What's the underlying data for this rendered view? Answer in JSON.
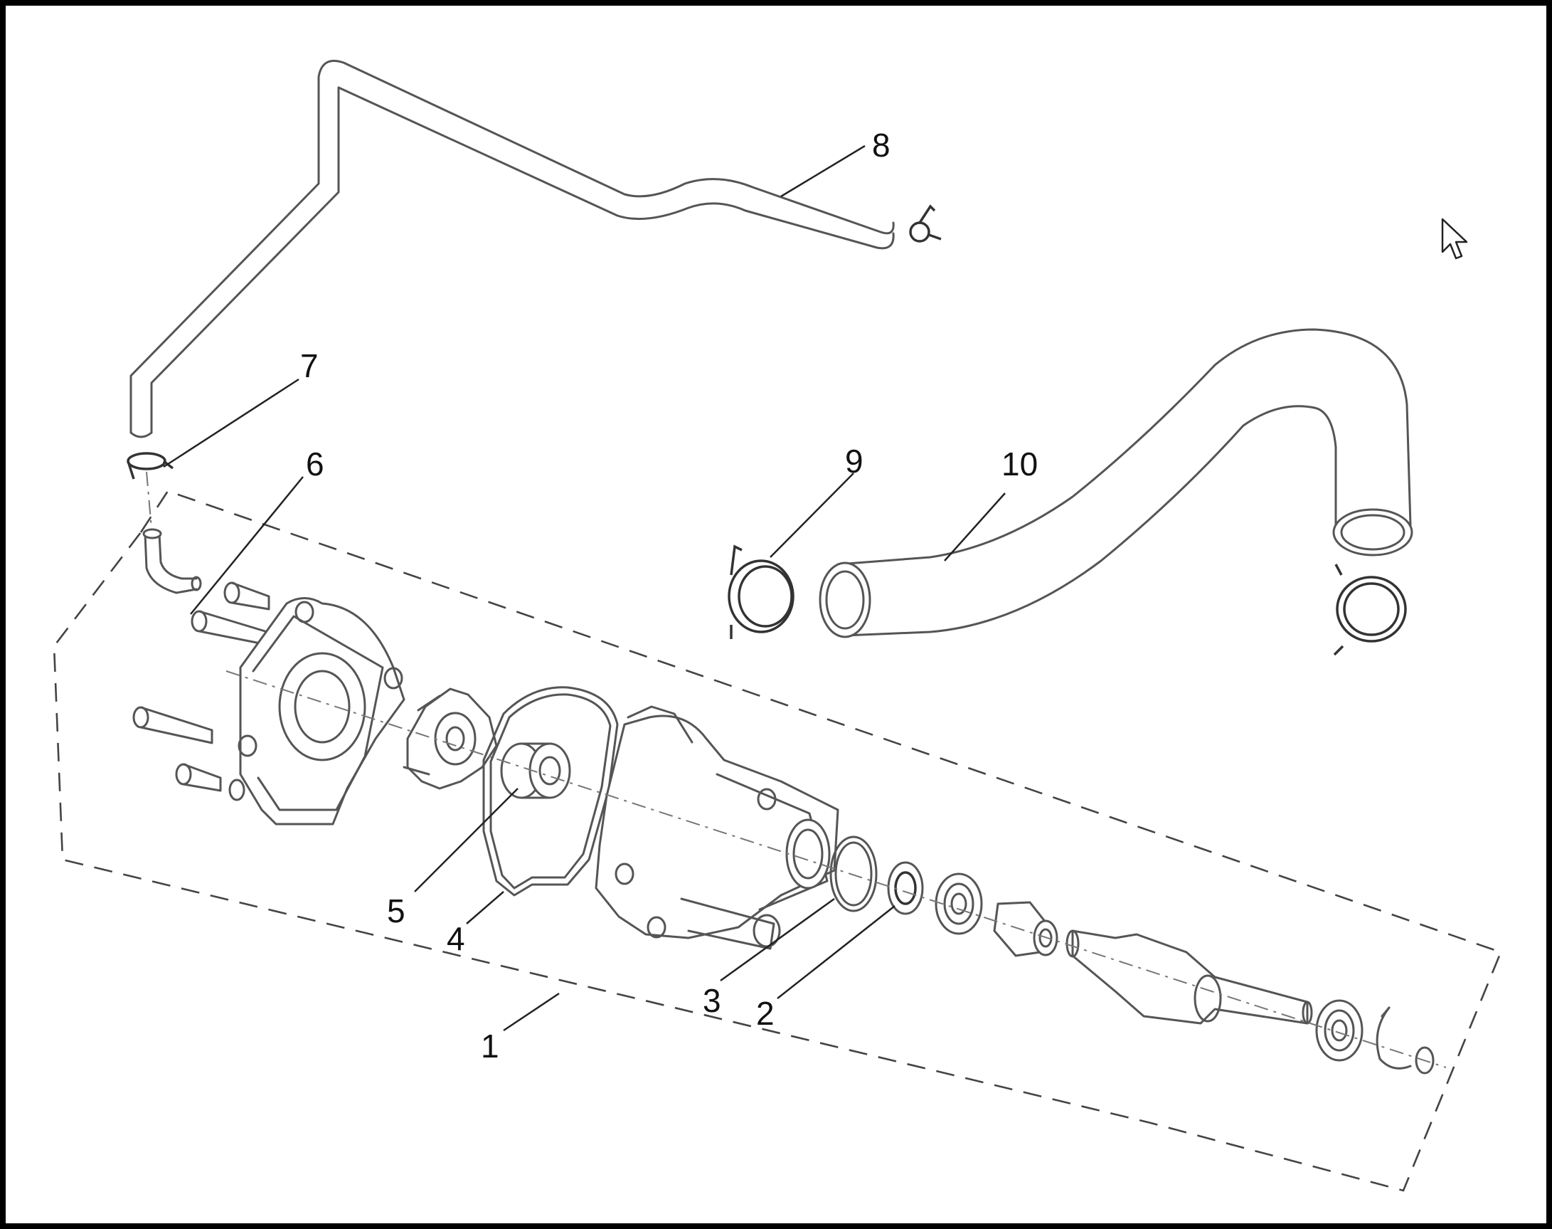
{
  "diagram": {
    "callouts": [
      {
        "id": "1",
        "text": "1"
      },
      {
        "id": "2",
        "text": "2"
      },
      {
        "id": "3",
        "text": "3"
      },
      {
        "id": "4",
        "text": "4"
      },
      {
        "id": "5",
        "text": "5"
      },
      {
        "id": "6",
        "text": "6"
      },
      {
        "id": "7",
        "text": "7"
      },
      {
        "id": "8",
        "text": "8"
      },
      {
        "id": "9",
        "text": "9"
      },
      {
        "id": "10",
        "text": "10"
      }
    ],
    "colors": {
      "background": "#ffffff",
      "frame": "#000000",
      "line": "#555555",
      "text": "#111111"
    },
    "icons": [
      "mouse-cursor-icon"
    ]
  }
}
